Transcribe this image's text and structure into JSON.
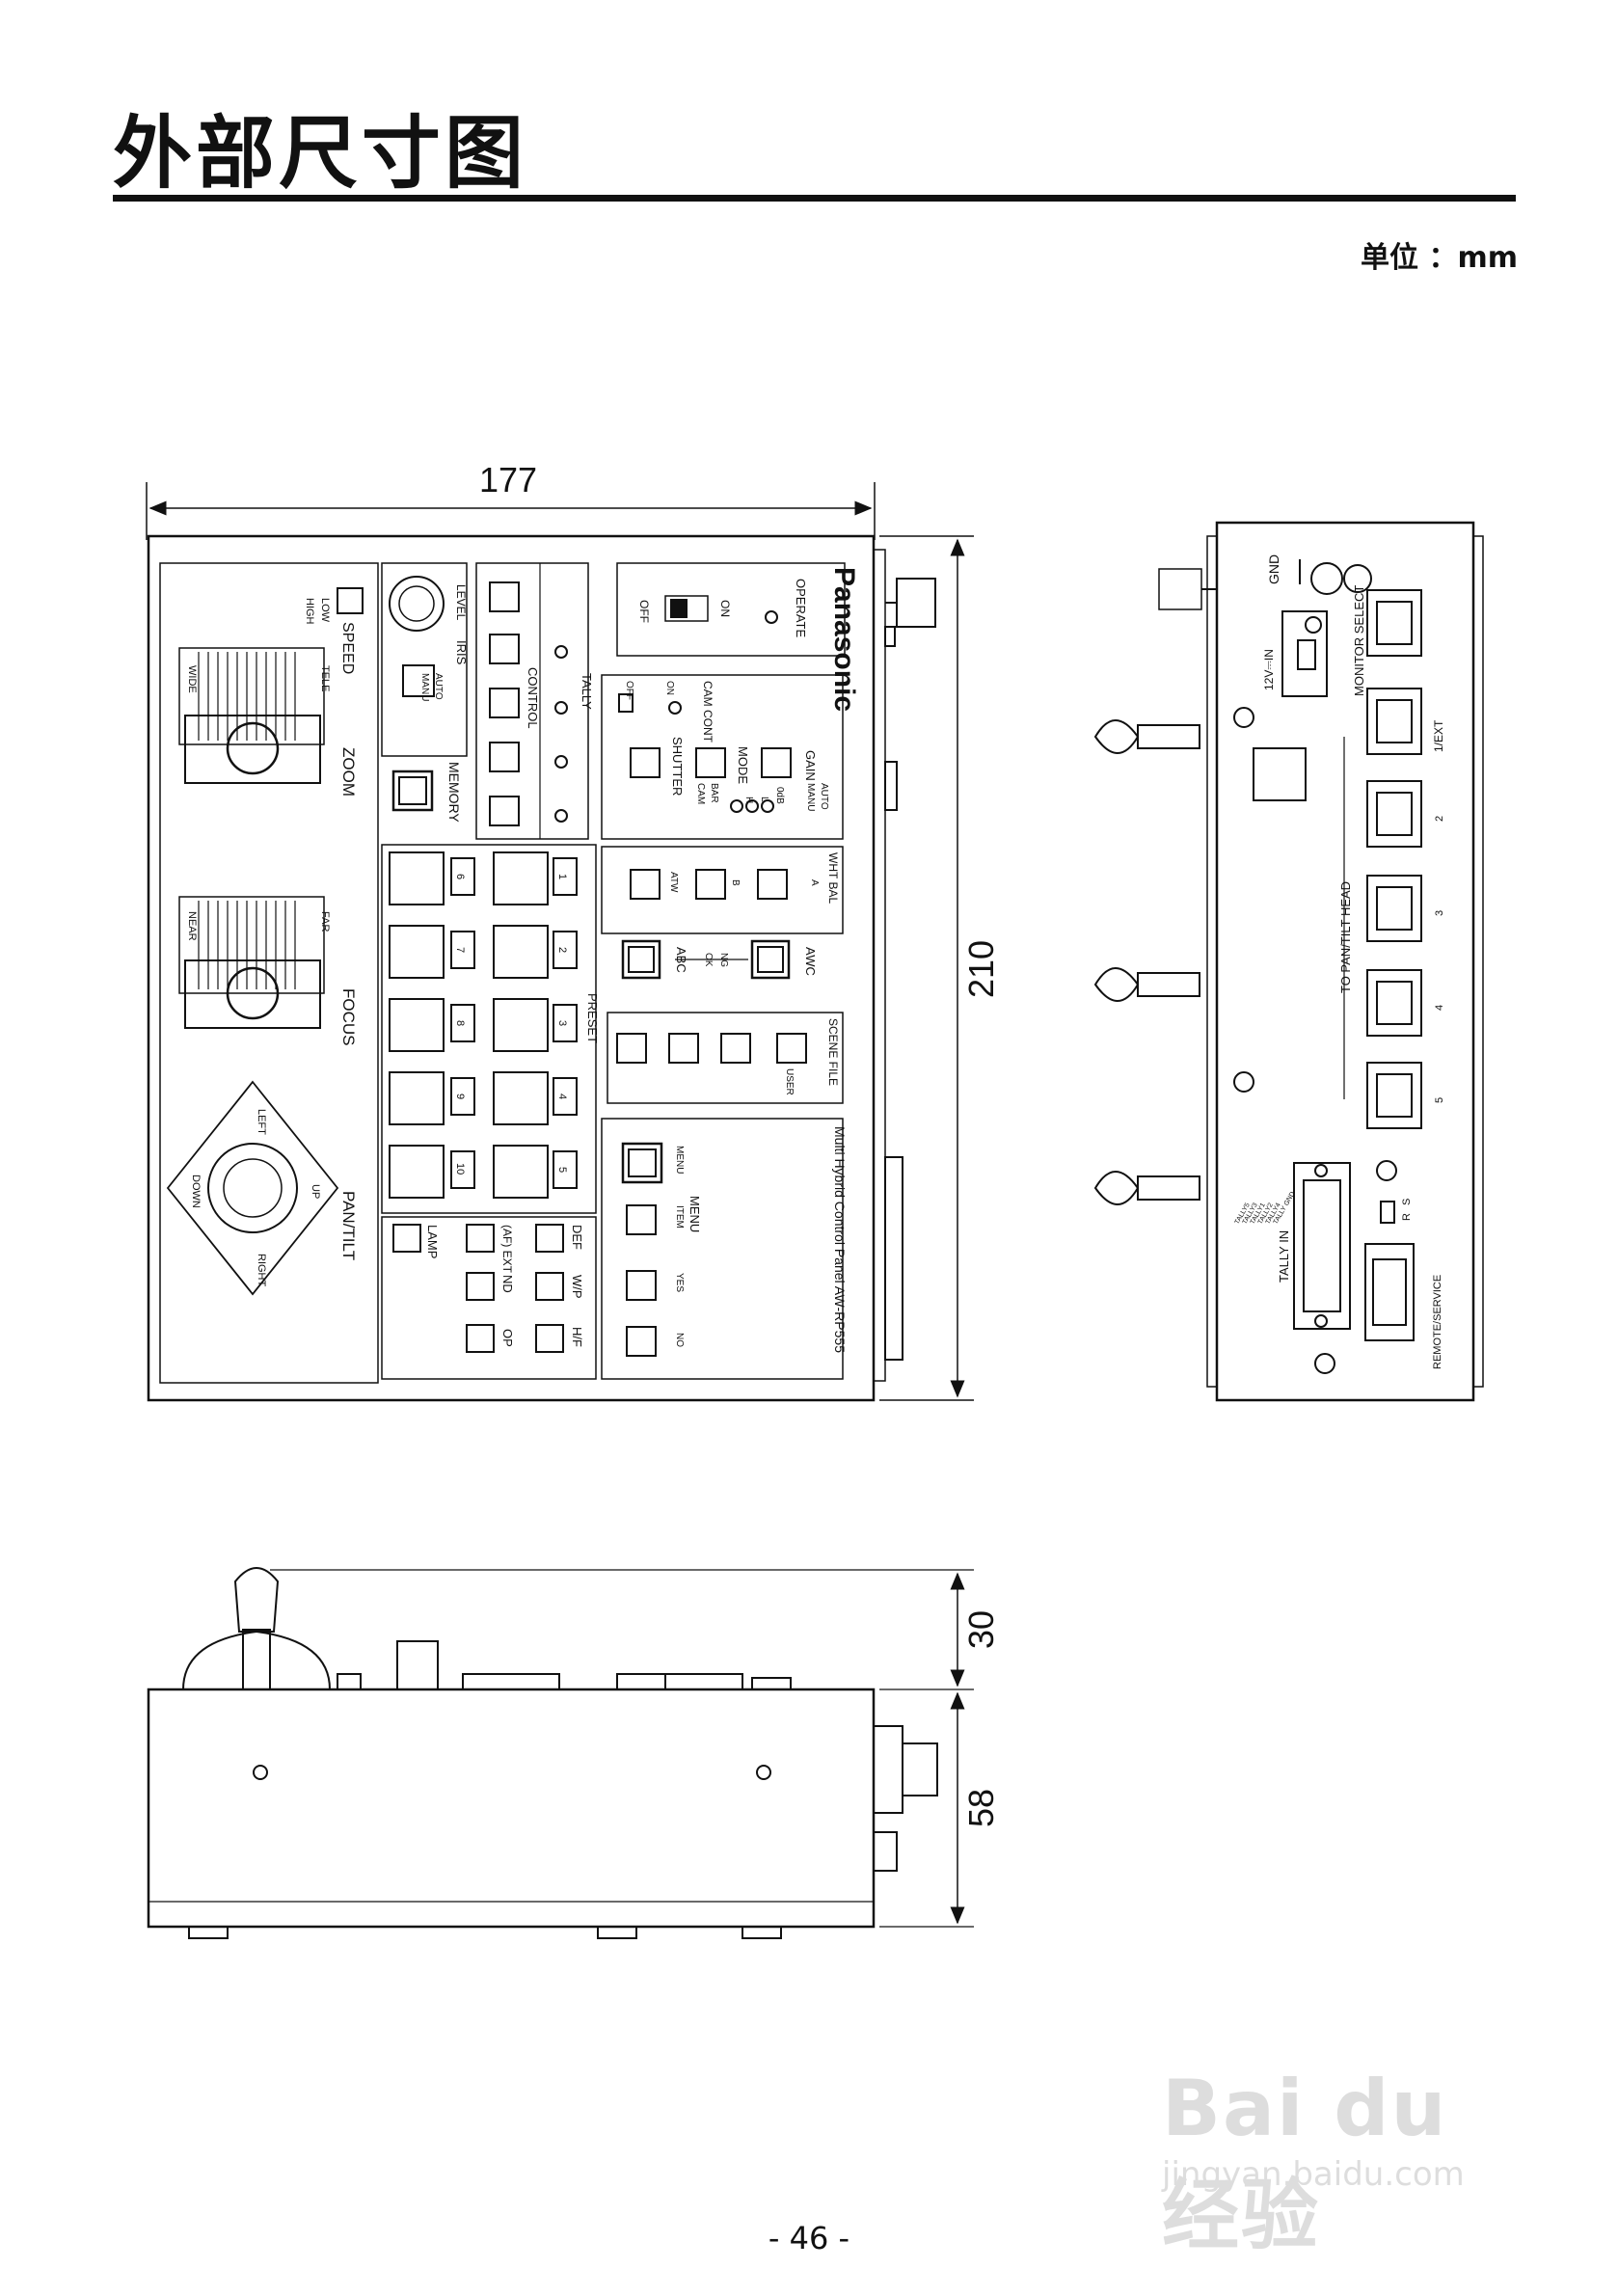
{
  "page": {
    "title": "外部尺寸图",
    "unit": "单位 ：mm",
    "page_number": "- 46 -"
  },
  "dimensions": {
    "width": "177",
    "height": "210",
    "knob_height": "30",
    "body_height": "58"
  },
  "top_view": {
    "brand": "Panasonic",
    "model": "Multi Hybrid Control Panel AW-RP555",
    "operate": "OPERATE",
    "on": "ON",
    "off": "OFF",
    "speed": "SPEED",
    "speed_low": "LOW",
    "speed_high": "HIGH",
    "zoom": "ZOOM",
    "wide": "WIDE",
    "tele": "TELE",
    "focus": "FOCUS",
    "near": "NEAR",
    "far": "FAR",
    "pan_tilt": "PAN/TILT",
    "left": "LEFT",
    "right": "RIGHT",
    "up": "UP",
    "down": "DOWN",
    "level": "LEVEL",
    "iris": "IRIS",
    "iris_auto": "AUTO",
    "iris_manu": "MANU",
    "memory": "MEMORY",
    "control": "CONTROL",
    "tally": "TALLY",
    "cam_cont": "CAM CONT",
    "gain": "GAIN",
    "gain_auto": "AUTO",
    "gain_manu": "MANU",
    "gain_0db": "0dB",
    "gain_l": "L",
    "gain_h": "H",
    "mode": "MODE",
    "mode_bar": "BAR",
    "mode_cam": "CAM",
    "shutter": "SHUTTER",
    "wht_bal": "WHT BAL",
    "wb_a": "A",
    "wb_b": "B",
    "wb_atw": "ATW",
    "awc": "AWC",
    "abc": "ABC",
    "ng": "NG",
    "ok": "OK",
    "preset": "PRESET",
    "scene_file": "SCENE FILE",
    "user": "USER",
    "menu": "MENU",
    "item": "ITEM",
    "yes": "YES",
    "no": "NO",
    "lamp": "LAMP",
    "def": "DEF",
    "wp": "W/P",
    "hf": "H/F",
    "af_ext": "(AF) EXT",
    "nd": "ND",
    "op": "OP",
    "numbers": [
      "1",
      "2",
      "3",
      "4",
      "5",
      "6",
      "7",
      "8",
      "9",
      "10"
    ]
  },
  "rear_view": {
    "gnd": "GND",
    "monitor_select": "MONITOR SELECT",
    "power_in": "12V⎓IN",
    "ext": "1/EXT",
    "to_pan_tilt_head": "TO PAN/TILT HEAD",
    "tally_in": "TALLY IN",
    "remote_service": "REMOTE/SERVICE",
    "r": "R",
    "s": "S",
    "tally_pins": [
      "TALLY5",
      "TALLY3",
      "TALLY1",
      "TALLY2",
      "TALLY4",
      "TALLY GND"
    ],
    "ports": [
      "2",
      "3",
      "4",
      "5"
    ]
  },
  "watermark": {
    "main": "Bai du 经验",
    "url": "jingyan.baidu.com"
  }
}
